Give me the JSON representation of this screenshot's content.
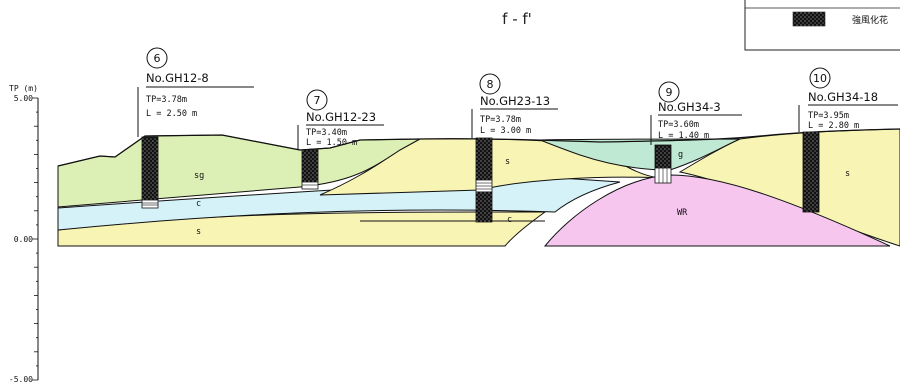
{
  "title": "f - f'",
  "axis": {
    "label": "TP (m)",
    "ticks": [
      {
        "value": 5,
        "label": "5.00"
      },
      {
        "value": 0,
        "label": "0.00"
      },
      {
        "value": -5,
        "label": "-5.00"
      }
    ]
  },
  "legend": {
    "items": [
      {
        "label": "強風化花",
        "pattern": "stipple-hatch"
      }
    ]
  },
  "boreholes": [
    {
      "number": "6",
      "name": "No.GH12-8",
      "tp": "TP=3.78m",
      "length": "L = 2.50 m"
    },
    {
      "number": "7",
      "name": "No.GH12-23",
      "tp": "TP=3.40m",
      "length": "L = 1.50 m"
    },
    {
      "number": "8",
      "name": "No.GH23-13",
      "tp": "TP=3.78m",
      "length": "L = 3.00 m"
    },
    {
      "number": "9",
      "name": "No.GH34-3",
      "tp": "TP=3.60m",
      "length": "L = 1.40 m"
    },
    {
      "number": "10",
      "name": "No.GH34-18",
      "tp": "TP=3.95m",
      "length": "L = 2.80 m"
    }
  ],
  "layers": {
    "sg": {
      "label": "sg",
      "color": "#dcefb5"
    },
    "s": {
      "label": "s",
      "color": "#f8f4b4"
    },
    "c": {
      "label": "c",
      "color": "#d4f2f8"
    },
    "g": {
      "label": "g",
      "color": "#bfe9d2"
    },
    "wr": {
      "label": "WR",
      "color": "#f6c6ef"
    }
  }
}
